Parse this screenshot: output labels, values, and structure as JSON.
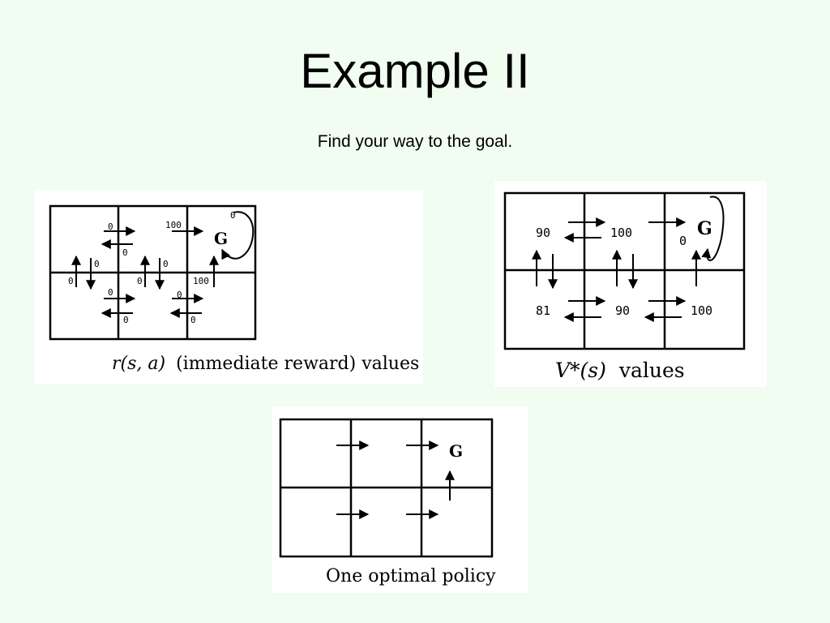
{
  "slide": {
    "title": "Example II",
    "subtitle": "Find your way to the goal."
  },
  "reward_panel": {
    "caption_math": "r(s, a)",
    "caption_text": "(immediate reward) values",
    "goal_label": "G",
    "rewards": {
      "a_right": "0",
      "b_left": "0",
      "b_right": "100",
      "a_up": "0",
      "a_down": "0",
      "b_up": "0",
      "b_down": "0",
      "c_up": "100",
      "goal_loop": "0",
      "d_right": "0",
      "e_left": "0",
      "e_right": "0",
      "f_left": "0"
    }
  },
  "value_panel": {
    "caption_math": "V*(s)",
    "caption_text": "values",
    "goal_label": "G",
    "values": {
      "a": "90",
      "b": "100",
      "c": "0",
      "d": "81",
      "e": "90",
      "f": "100"
    }
  },
  "policy_panel": {
    "caption": "One optimal policy",
    "goal_label": "G"
  }
}
